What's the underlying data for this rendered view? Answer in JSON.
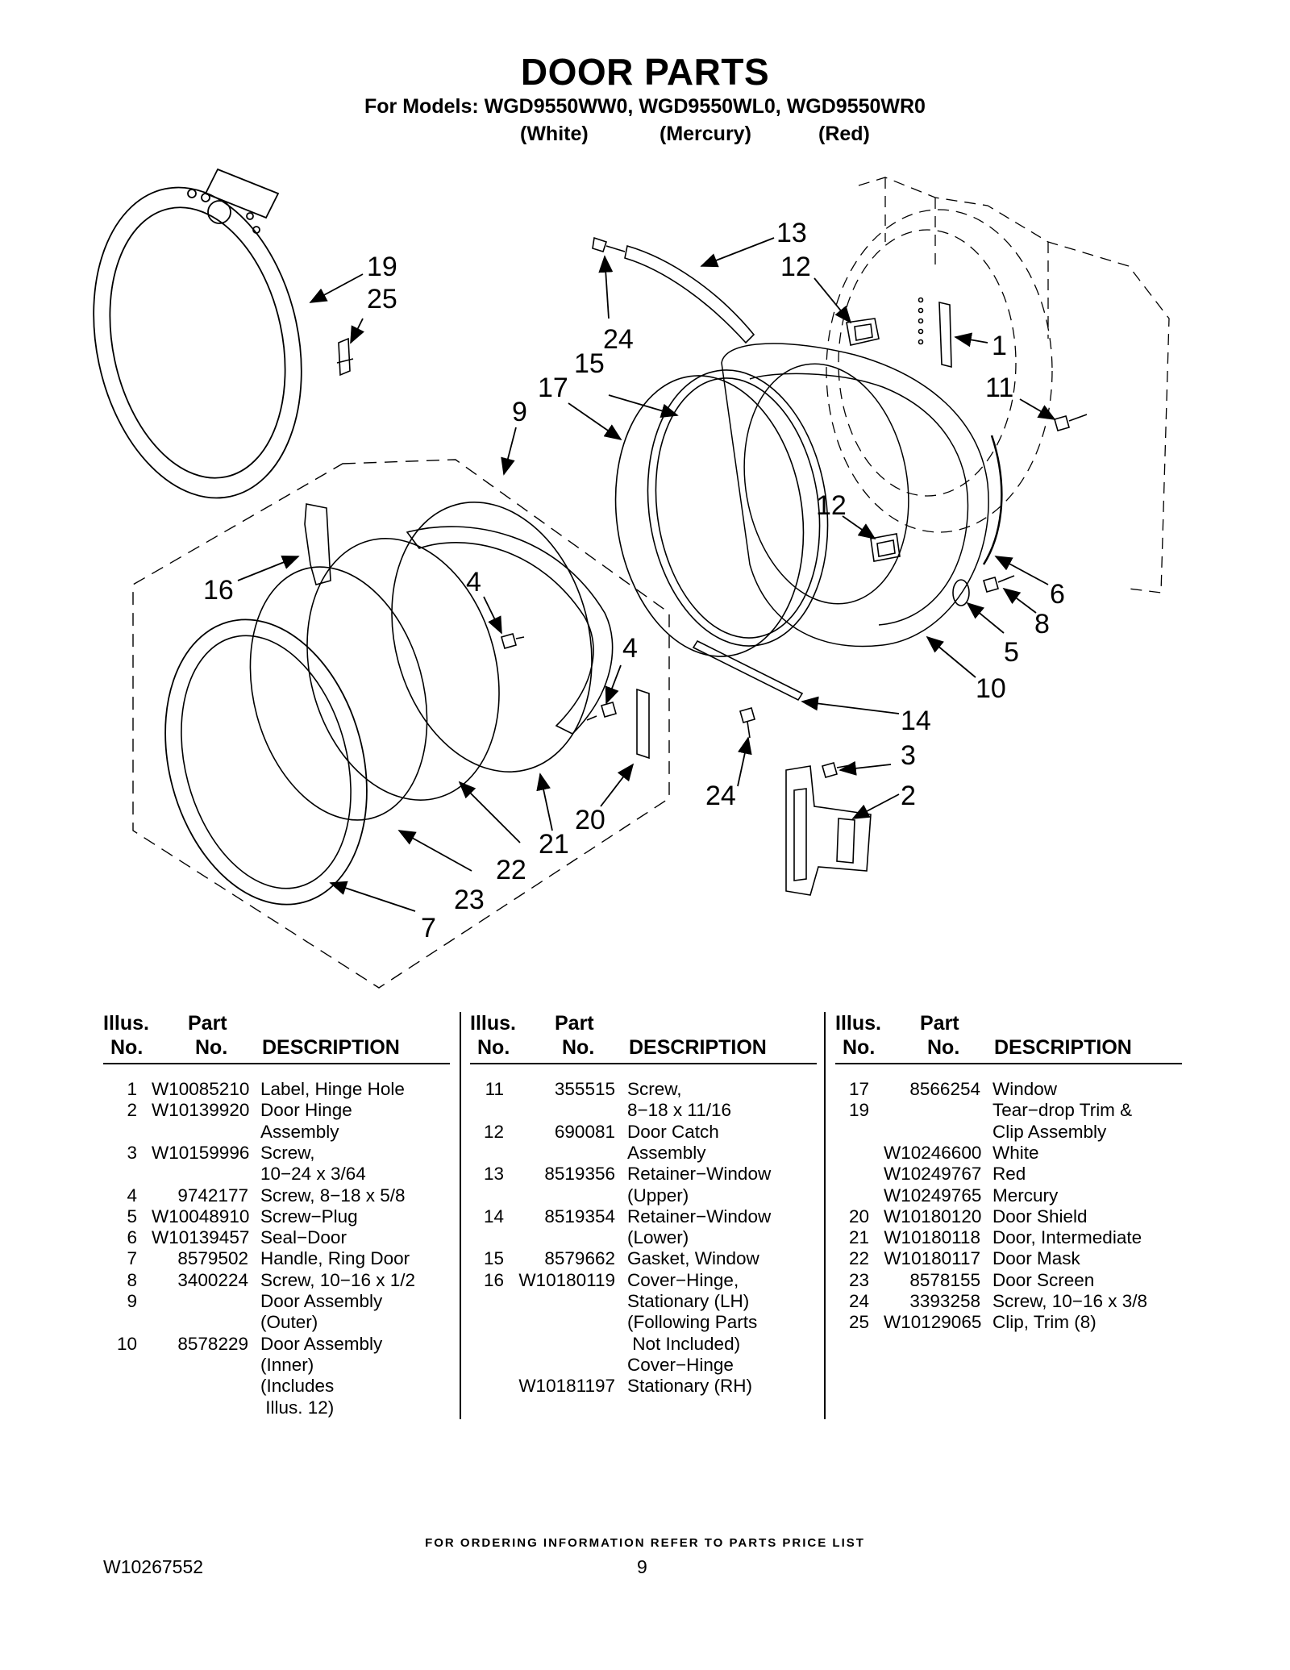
{
  "header": {
    "title": "DOOR PARTS",
    "models_line": "For Models: WGD9550WW0, WGD9550WL0, WGD9550WR0",
    "variants": [
      "(White)",
      "(Mercury)",
      "(Red)"
    ]
  },
  "diagram": {
    "callouts": [
      "13",
      "12",
      "19",
      "25",
      "24",
      "1",
      "15",
      "17",
      "11",
      "9",
      "12",
      "16",
      "4",
      "6",
      "8",
      "4",
      "5",
      "10",
      "14",
      "3",
      "24",
      "2",
      "20",
      "21",
      "22",
      "23",
      "7"
    ]
  },
  "table": {
    "headers": {
      "illus": [
        "Illus.",
        "No."
      ],
      "part": [
        "Part",
        "No."
      ],
      "description": "DESCRIPTION"
    },
    "columns": [
      [
        {
          "illus": "1",
          "part": "W10085210",
          "desc": [
            "Label, Hinge Hole"
          ]
        },
        {
          "illus": "2",
          "part": "W10139920",
          "desc": [
            "Door Hinge",
            "Assembly"
          ]
        },
        {
          "illus": "3",
          "part": "W10159996",
          "desc": [
            "Screw,",
            "10−24 x 3/64"
          ]
        },
        {
          "illus": "4",
          "part": "9742177",
          "desc": [
            "Screw, 8−18 x 5/8"
          ]
        },
        {
          "illus": "5",
          "part": "W10048910",
          "desc": [
            "Screw−Plug"
          ]
        },
        {
          "illus": "6",
          "part": "W10139457",
          "desc": [
            "Seal−Door"
          ]
        },
        {
          "illus": "7",
          "part": "8579502",
          "desc": [
            "Handle, Ring Door"
          ]
        },
        {
          "illus": "8",
          "part": "3400224",
          "desc": [
            "Screw, 10−16 x 1/2"
          ]
        },
        {
          "illus": "9",
          "part": "",
          "desc": [
            "Door Assembly",
            "(Outer)"
          ]
        },
        {
          "illus": "10",
          "part": "8578229",
          "desc": [
            "Door Assembly",
            "(Inner)",
            "(Includes",
            " Illus. 12)"
          ]
        }
      ],
      [
        {
          "illus": "11",
          "part": "355515",
          "desc": [
            "Screw,",
            "8−18 x 11/16"
          ]
        },
        {
          "illus": "12",
          "part": "690081",
          "desc": [
            "Door Catch",
            "Assembly"
          ]
        },
        {
          "illus": "13",
          "part": "8519356",
          "desc": [
            "Retainer−Window",
            "(Upper)"
          ]
        },
        {
          "illus": "14",
          "part": "8519354",
          "desc": [
            "Retainer−Window",
            "(Lower)"
          ]
        },
        {
          "illus": "15",
          "part": "8579662",
          "desc": [
            "Gasket, Window"
          ]
        },
        {
          "illus": "16",
          "part": "W10180119",
          "desc": [
            "Cover−Hinge,",
            "Stationary (LH)",
            "(Following Parts",
            " Not Included)",
            "Cover−Hinge"
          ]
        },
        {
          "illus": "",
          "part": "W10181197",
          "desc": [
            "Stationary (RH)"
          ]
        }
      ],
      [
        {
          "illus": "17",
          "part": "8566254",
          "desc": [
            "Window"
          ]
        },
        {
          "illus": "19",
          "part": "",
          "desc": [
            "Tear−drop Trim &",
            "Clip Assembly"
          ]
        },
        {
          "illus": "",
          "part": "W10246600",
          "desc": [
            "White"
          ]
        },
        {
          "illus": "",
          "part": "W10249767",
          "desc": [
            "Red"
          ]
        },
        {
          "illus": "",
          "part": "W10249765",
          "desc": [
            "Mercury"
          ]
        },
        {
          "illus": "20",
          "part": "W10180120",
          "desc": [
            "Door Shield"
          ]
        },
        {
          "illus": "21",
          "part": "W10180118",
          "desc": [
            "Door, Intermediate"
          ]
        },
        {
          "illus": "22",
          "part": "W10180117",
          "desc": [
            "Door Mask"
          ]
        },
        {
          "illus": "23",
          "part": "8578155",
          "desc": [
            "Door Screen"
          ]
        },
        {
          "illus": "24",
          "part": "3393258",
          "desc": [
            "Screw, 10−16 x 3/8"
          ]
        },
        {
          "illus": "25",
          "part": "W10129065",
          "desc": [
            "Clip, Trim (8)"
          ]
        }
      ]
    ]
  },
  "footer": {
    "ordering_note": "FOR ORDERING INFORMATION REFER TO PARTS PRICE LIST",
    "doc_number": "W10267552",
    "page_number": "9"
  }
}
